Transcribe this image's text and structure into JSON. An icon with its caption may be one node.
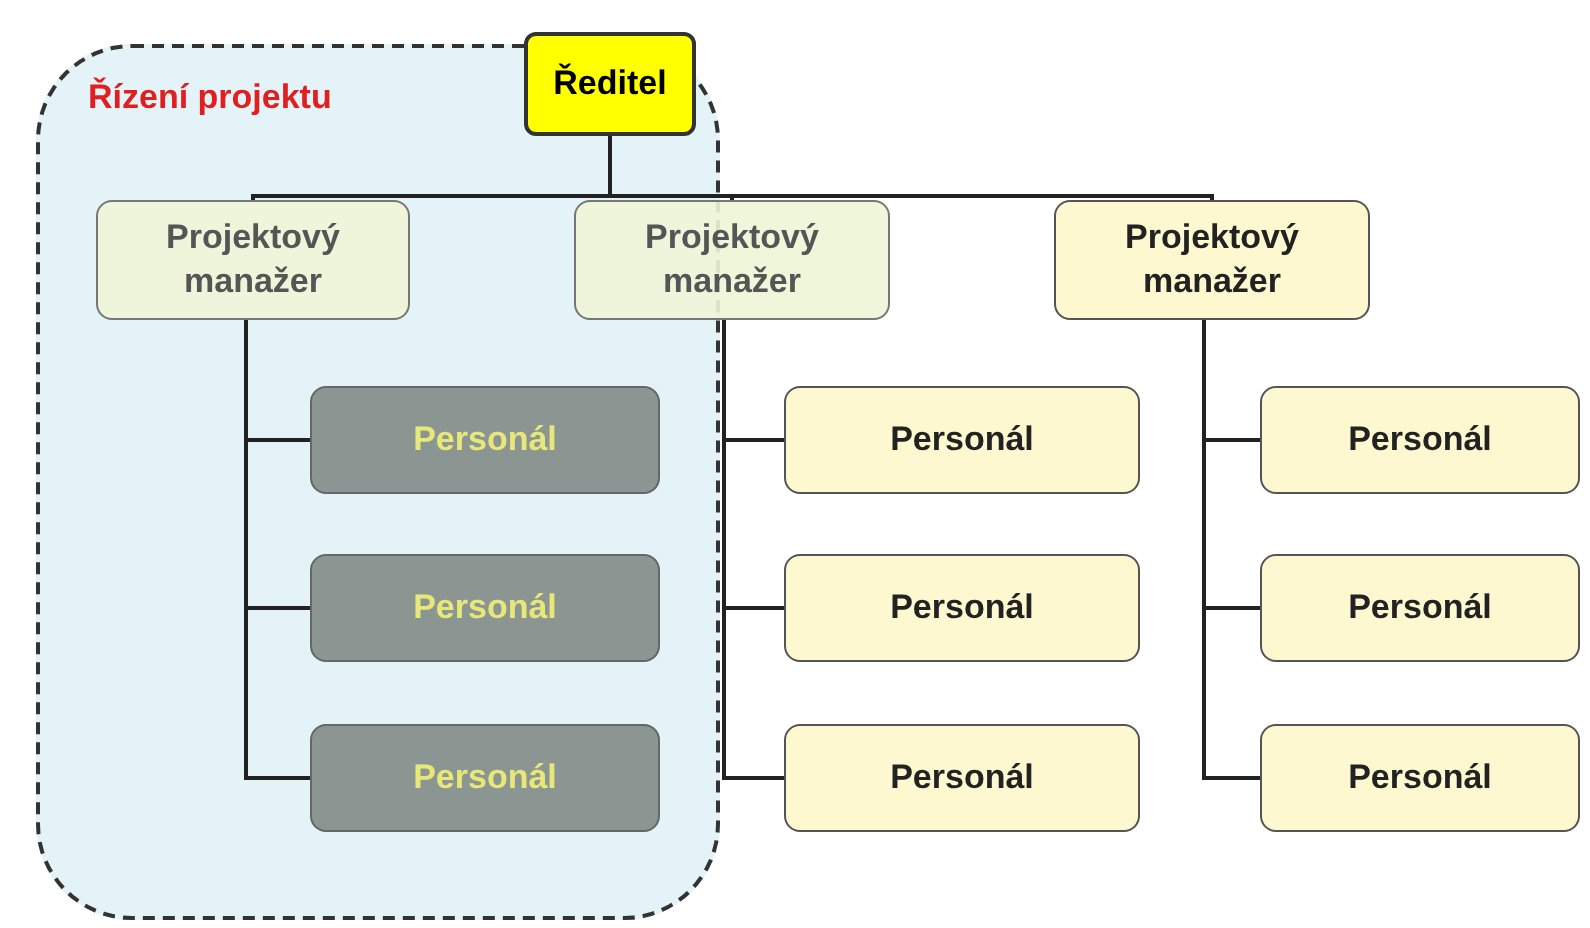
{
  "diagram": {
    "nodes": [
      {
        "text": [
          "Řízení projektu"
        ]
      },
      {
        "text": [
          "Ředitel"
        ]
      },
      {
        "text": [
          "Projektový manažer"
        ],
        "in": 0
      },
      {
        "text": [
          "Projektový manažer"
        ]
      },
      {
        "text": [
          "Projektový manažer"
        ]
      },
      {
        "text": [
          "Personál"
        ],
        "in": 0
      },
      {
        "text": [
          "Personál"
        ],
        "in": 0
      },
      {
        "text": [
          "Personál"
        ],
        "in": 0
      },
      {
        "text": [
          "Personál"
        ]
      },
      {
        "text": [
          "Personál"
        ]
      },
      {
        "text": [
          "Personál"
        ]
      },
      {
        "text": [
          "Personál"
        ]
      },
      {
        "text": [
          "Personál"
        ]
      },
      {
        "text": [
          "Personál"
        ]
      }
    ],
    "edges": [
      {
        "from": 1,
        "to": 2,
        "arrow": "none"
      },
      {
        "from": 1,
        "to": 3,
        "arrow": "none"
      },
      {
        "from": 1,
        "to": 4,
        "arrow": "none"
      },
      {
        "from": 2,
        "to": 5,
        "arrow": "none"
      },
      {
        "from": 2,
        "to": 6,
        "arrow": "none"
      },
      {
        "from": 2,
        "to": 7,
        "arrow": "none"
      },
      {
        "from": 3,
        "to": 8,
        "arrow": "none"
      },
      {
        "from": 3,
        "to": 9,
        "arrow": "none"
      },
      {
        "from": 3,
        "to": 10,
        "arrow": "none"
      },
      {
        "from": 4,
        "to": 11,
        "arrow": "none"
      },
      {
        "from": 4,
        "to": 12,
        "arrow": "none"
      },
      {
        "from": 4,
        "to": 13,
        "arrow": "none"
      }
    ]
  }
}
